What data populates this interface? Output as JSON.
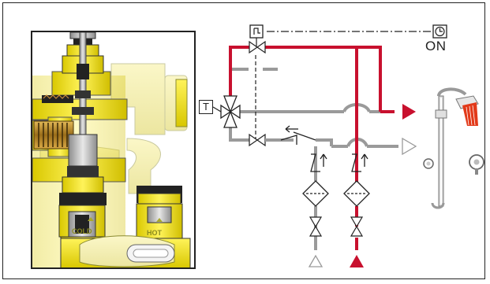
{
  "schematic": {
    "thermostat_label": "T",
    "status_label": "ON",
    "icons": [
      "thermostatic-mixing-valve",
      "solenoid-valve",
      "timer-clock",
      "check-valve",
      "strainer-filter",
      "shutoff-valve",
      "shower-head",
      "shower-control-knob"
    ]
  },
  "valve_cutaway": {
    "cold_label": "COLD",
    "hot_label": "HOT"
  },
  "colors": {
    "hot_line": "#c8102e",
    "cold_line": "#9a9a9a",
    "valve_body": "#f2e400",
    "brass": "#b78a2a",
    "spray": "#e23a1a"
  }
}
